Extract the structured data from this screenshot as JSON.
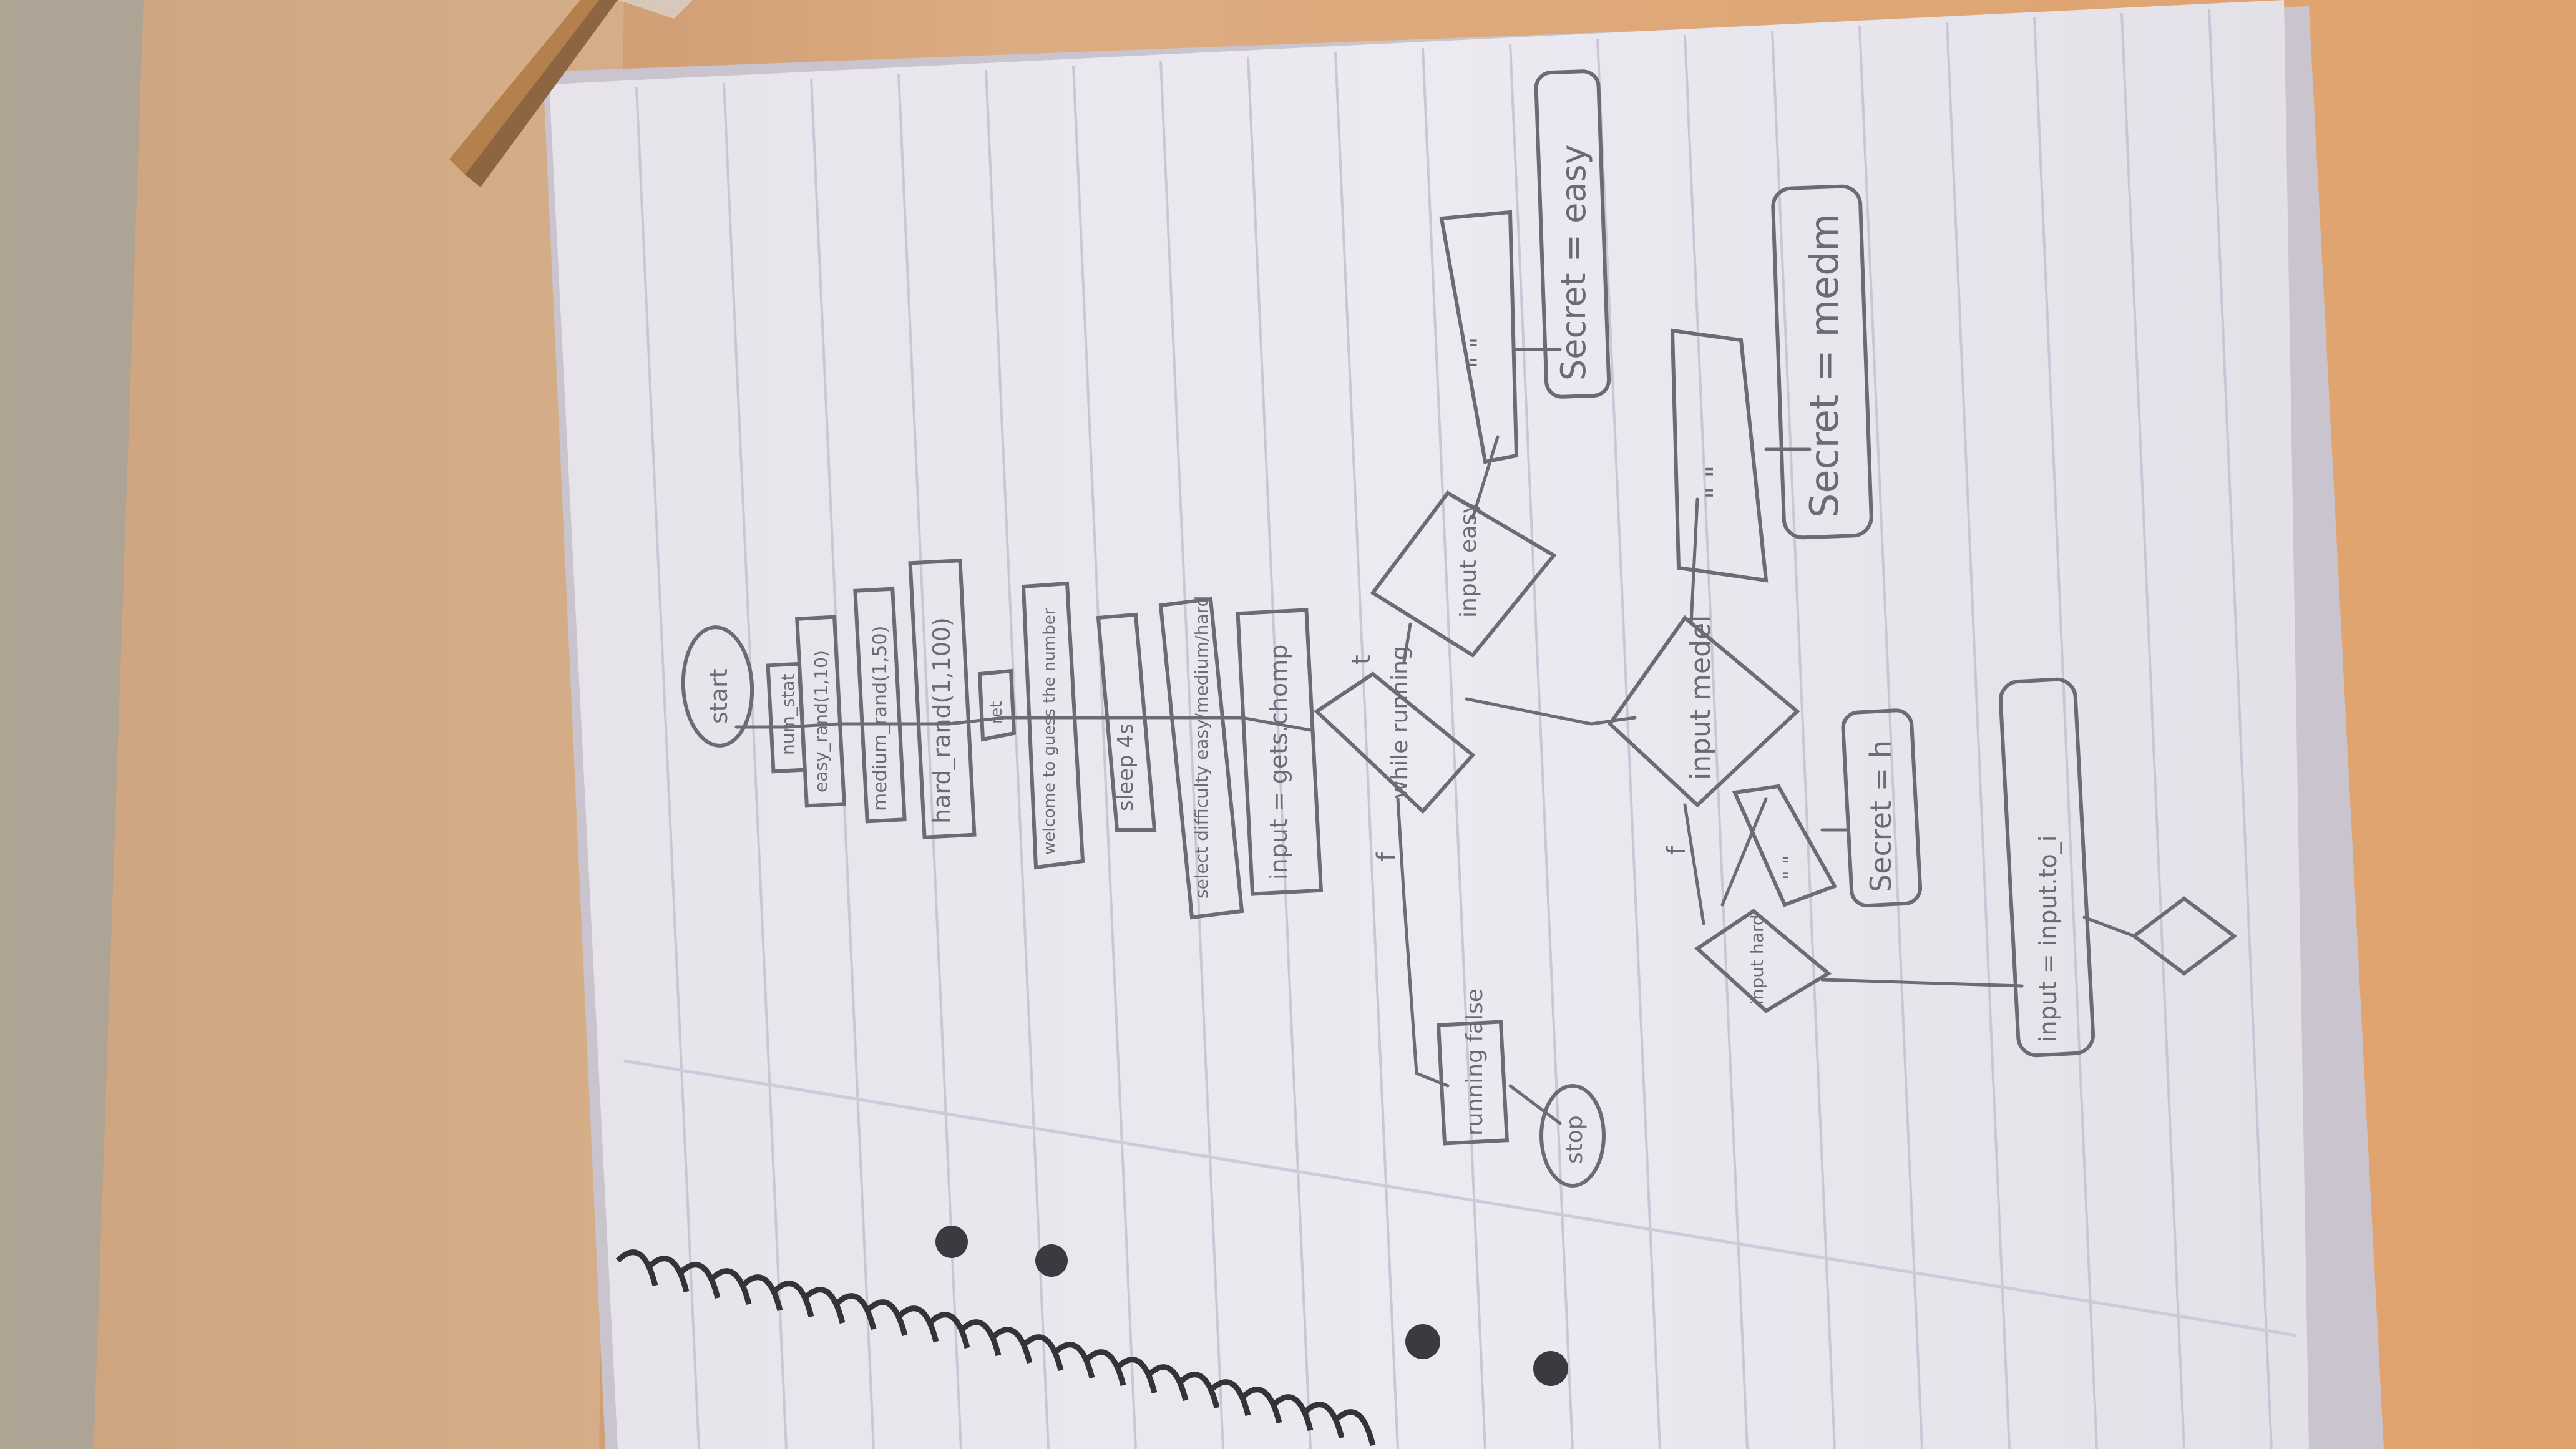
{
  "colors": {
    "table": "#d9a072",
    "table_dark": "#b9825a",
    "cloth": "#c6c1b4",
    "paper": "#ebe8ef",
    "paper_shadow": "#cfcad6",
    "rule_line": "#c9c6d4",
    "ink": "#6f6a72",
    "spiral": "#3a3a3f",
    "pencil": "#b07a4a"
  },
  "flowchart": {
    "start": "start",
    "setup_1": "num_stat",
    "setup_2": "easy_rand(1,10)",
    "setup_3": "medium_rand(1,50)",
    "setup_4": "hard_rand(1,100)",
    "setup_5": "ret",
    "output_welcome": "welcome to guess the number",
    "step_sleep": "sleep 4s",
    "output_select": "select difficulty easy/medium/hard",
    "step_input": "input = gets.chomp",
    "decision_loop": "while running",
    "decision_easy": "input easy",
    "decision_medium": "input medel",
    "decision_hard": "input hard",
    "process_easy": "Secret = easy",
    "process_medium": "Secret = medm",
    "process_hard": "Secret = h",
    "process_running_false": "running false",
    "process_convert": "input = input.to_i",
    "end": "stop",
    "label_true": "t",
    "label_false": "f",
    "output_easy_quote": "\" \"",
    "output_medium_quote": "\" \"",
    "output_hard_quote": "\" \""
  }
}
